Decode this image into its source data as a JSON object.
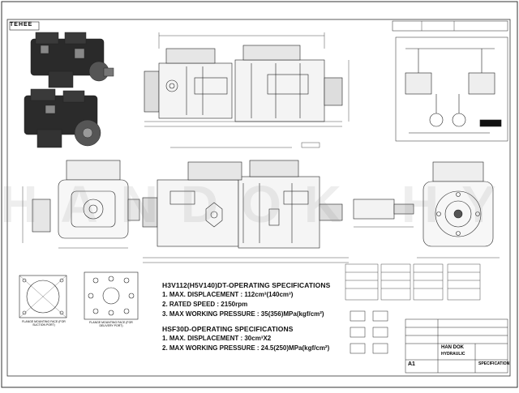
{
  "header": {
    "logo_text": "TEHEE"
  },
  "watermark": "HANDOK HY",
  "specs": {
    "main_title": "H3V112(H5V140)DT-OPERATING SPECIFICATIONS",
    "main_lines": [
      "1. MAX. DISPLACEMENT : 112cm³(140cm³)",
      "2. RATED SPEED : 2150rpm",
      "3. MAX WORKING PRESSURE : 35(356)MPa(kgf/cm²)"
    ],
    "sub_title": "HSF30D-OPERATING SPECIFICATIONS",
    "sub_lines": [
      "1. MAX. DISPLACEMENT : 30cm³X2",
      "2. MAX WORKING PRESSURE : 24.5(250)MPa(kgf/cm²)"
    ]
  },
  "title_block": {
    "company": "HAN DOK",
    "company_sub": "HYDRAULIC",
    "doc_type": "SPECIFICATION",
    "sheet": "A1"
  },
  "labels": {
    "flange_suction": "FLANGE MOUNTING FACE (FOR SUCTION PORT)",
    "flange_delivery": "FLANGE MOUNTING FACE (FOR DELIVERY PORT)"
  },
  "colors": {
    "ink": "#1a1a1a",
    "paper": "#ffffff",
    "watermark": "#9a9a9a"
  }
}
